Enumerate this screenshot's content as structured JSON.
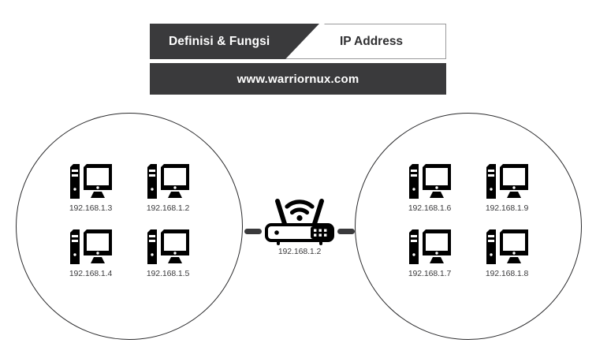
{
  "header": {
    "active_tab_label": "Definisi & Fungsi",
    "inactive_tab_label": "IP Address",
    "site_label": "www.warriornux.com",
    "dark_color": "#3a3a3c",
    "tab_text_color": "#ffffff",
    "inactive_tab_text_color": "#303032"
  },
  "diagram": {
    "stroke_color": "#2b2b2d",
    "label_color": "#3a3a3c",
    "router": {
      "label": "192.168.1.2",
      "icon": "wifi-router-icon"
    },
    "link_left": "connector-dash",
    "link_right": "connector-dash",
    "left_network": {
      "name": "left-network-circle",
      "hosts": [
        {
          "label": "192.168.1.3",
          "icon": "desktop-computer-icon"
        },
        {
          "label": "192.168.1.2",
          "icon": "desktop-computer-icon"
        },
        {
          "label": "192.168.1.4",
          "icon": "desktop-computer-icon"
        },
        {
          "label": "192.168.1.5",
          "icon": "desktop-computer-icon"
        }
      ]
    },
    "right_network": {
      "name": "right-network-circle",
      "hosts": [
        {
          "label": "192.168.1.6",
          "icon": "desktop-computer-icon"
        },
        {
          "label": "192.168.1.9",
          "icon": "desktop-computer-icon"
        },
        {
          "label": "192.168.1.7",
          "icon": "desktop-computer-icon"
        },
        {
          "label": "192.168.1.8",
          "icon": "desktop-computer-icon"
        }
      ]
    }
  }
}
